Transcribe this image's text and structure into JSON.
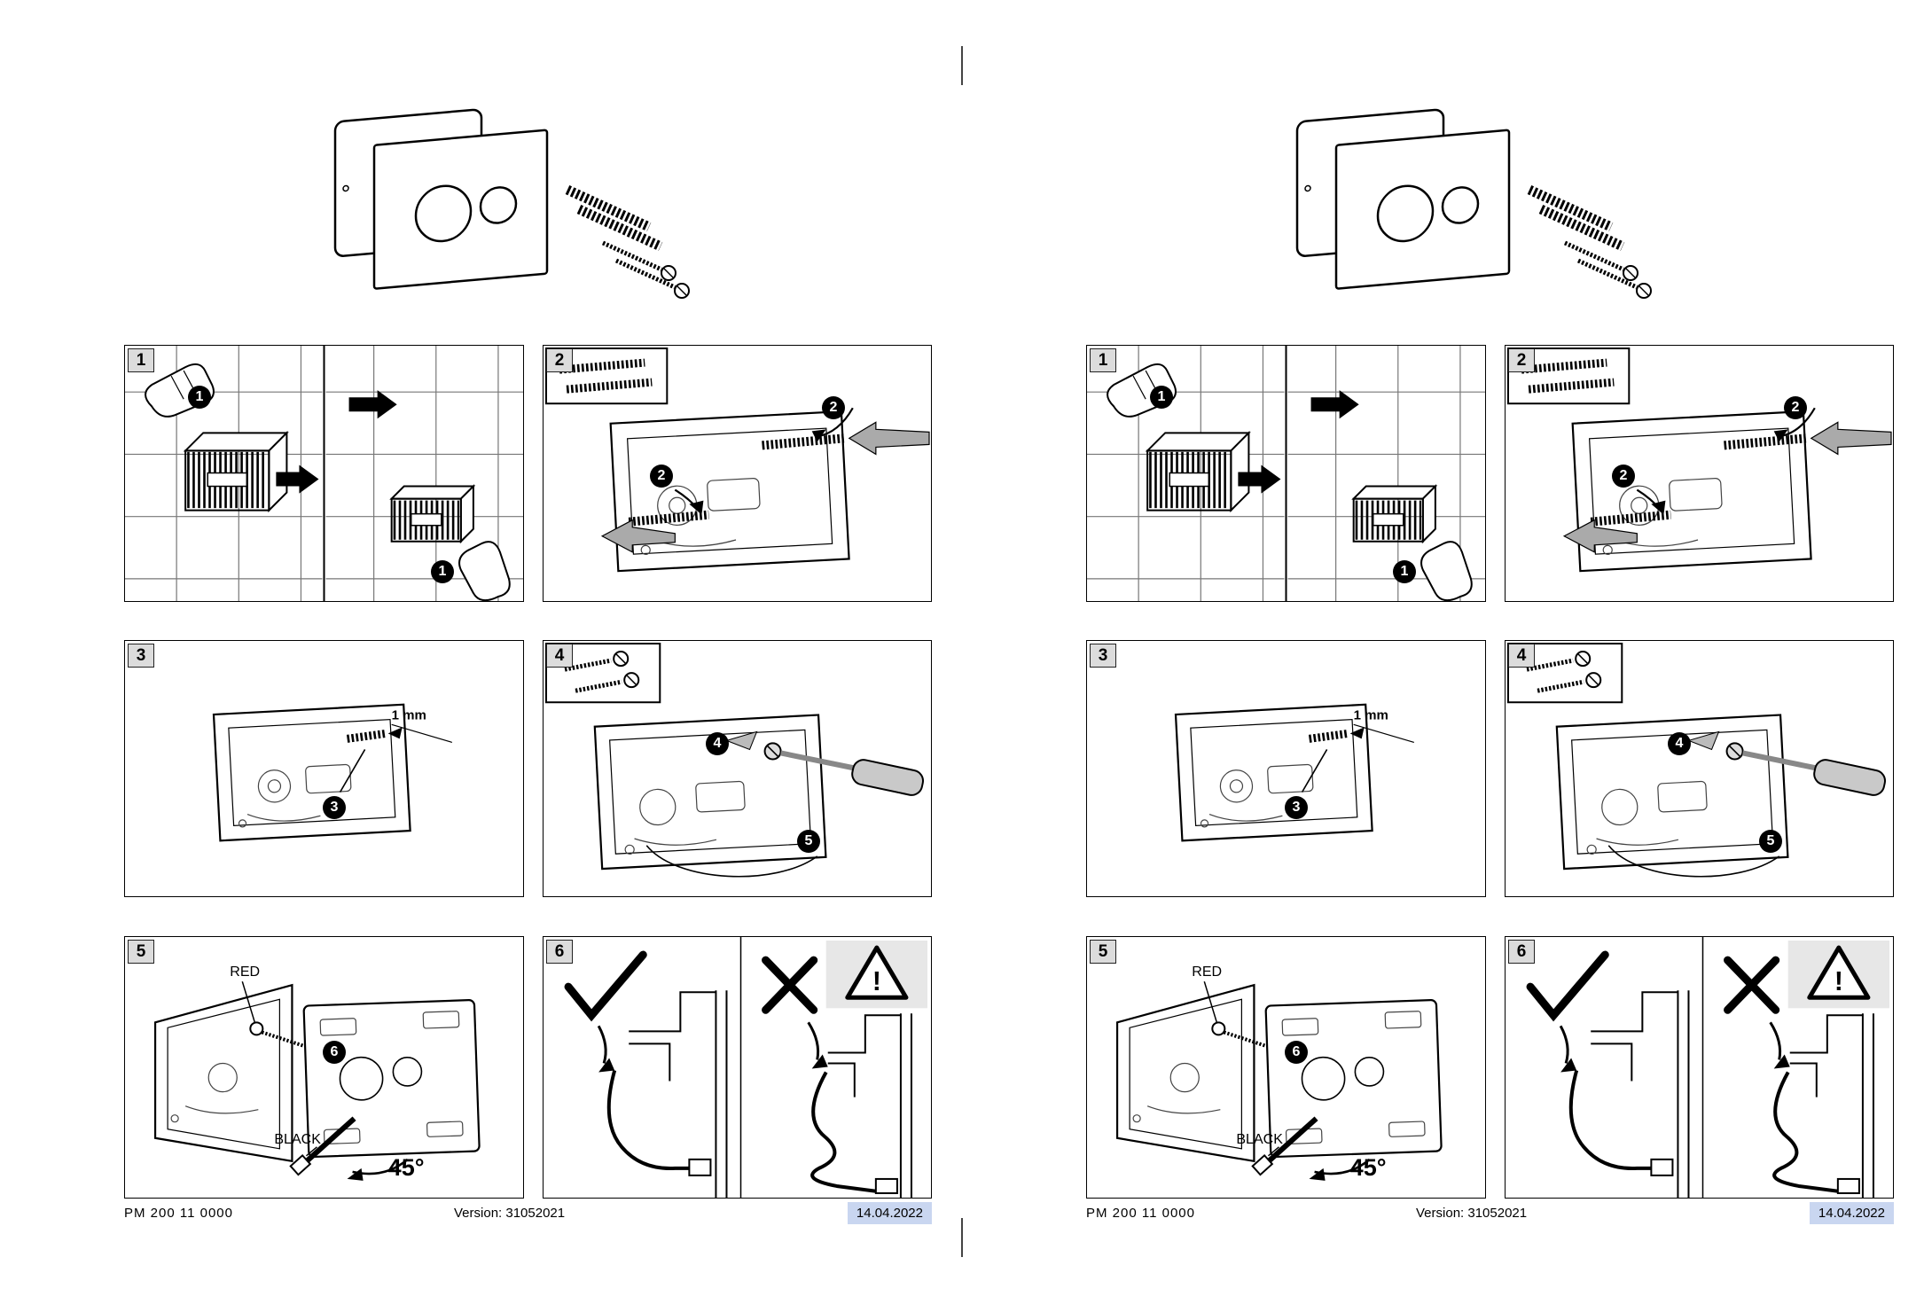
{
  "doc": {
    "steps": [
      "1",
      "2",
      "3",
      "4",
      "5",
      "6"
    ],
    "markers": {
      "m1": "1",
      "m2": "2",
      "m3": "3",
      "m4": "4",
      "m5": "5",
      "m6": "6"
    },
    "labels": {
      "gap": "1 mm",
      "red": "RED",
      "black": "BLACK",
      "angle": "45°",
      "warn": "!"
    },
    "footer": {
      "part": "PM 200 11 0000",
      "version": "Version: 31052021",
      "date": "14.04.2022"
    },
    "colors": {
      "date_highlight": "#c9d6f0",
      "warning_bg": "#e7e7e7",
      "line": "#000000"
    }
  }
}
